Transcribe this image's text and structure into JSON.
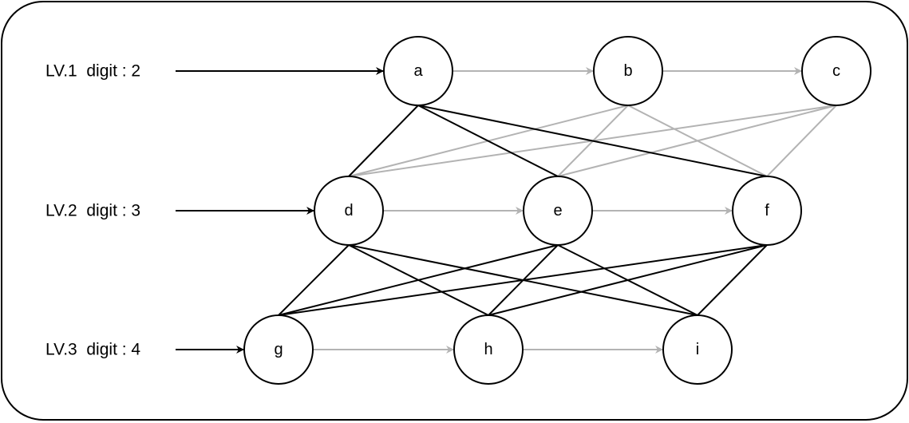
{
  "colors": {
    "primary": "#000000",
    "secondary": "#b3b3b3",
    "background": "#ffffff"
  },
  "levels": [
    {
      "id": "lv1",
      "label": "LV.1  digit : 2",
      "target": "a"
    },
    {
      "id": "lv2",
      "label": "LV.2  digit : 3",
      "target": "d"
    },
    {
      "id": "lv3",
      "label": "LV.3  digit : 4",
      "target": "g"
    }
  ],
  "nodes": [
    {
      "id": "a",
      "label": "a",
      "level": 1
    },
    {
      "id": "b",
      "label": "b",
      "level": 1
    },
    {
      "id": "c",
      "label": "c",
      "level": 1
    },
    {
      "id": "d",
      "label": "d",
      "level": 2
    },
    {
      "id": "e",
      "label": "e",
      "level": 2
    },
    {
      "id": "f",
      "label": "f",
      "level": 2
    },
    {
      "id": "g",
      "label": "g",
      "level": 3
    },
    {
      "id": "h",
      "label": "h",
      "level": 3
    },
    {
      "id": "i",
      "label": "i",
      "level": 3
    }
  ],
  "sequence_edges": [
    {
      "from": "a",
      "to": "b"
    },
    {
      "from": "b",
      "to": "c"
    },
    {
      "from": "d",
      "to": "e"
    },
    {
      "from": "e",
      "to": "f"
    },
    {
      "from": "g",
      "to": "h"
    },
    {
      "from": "h",
      "to": "i"
    }
  ],
  "link_edges": [
    {
      "from": "a",
      "to": "d",
      "style": "primary"
    },
    {
      "from": "a",
      "to": "e",
      "style": "primary"
    },
    {
      "from": "a",
      "to": "f",
      "style": "primary"
    },
    {
      "from": "b",
      "to": "d",
      "style": "secondary"
    },
    {
      "from": "b",
      "to": "e",
      "style": "secondary"
    },
    {
      "from": "b",
      "to": "f",
      "style": "secondary"
    },
    {
      "from": "c",
      "to": "d",
      "style": "secondary"
    },
    {
      "from": "c",
      "to": "e",
      "style": "secondary"
    },
    {
      "from": "c",
      "to": "f",
      "style": "secondary"
    },
    {
      "from": "d",
      "to": "g",
      "style": "primary"
    },
    {
      "from": "d",
      "to": "h",
      "style": "primary"
    },
    {
      "from": "d",
      "to": "i",
      "style": "primary"
    },
    {
      "from": "e",
      "to": "g",
      "style": "primary"
    },
    {
      "from": "e",
      "to": "h",
      "style": "primary"
    },
    {
      "from": "e",
      "to": "i",
      "style": "primary"
    },
    {
      "from": "f",
      "to": "g",
      "style": "primary"
    },
    {
      "from": "f",
      "to": "h",
      "style": "primary"
    },
    {
      "from": "f",
      "to": "i",
      "style": "primary"
    }
  ]
}
